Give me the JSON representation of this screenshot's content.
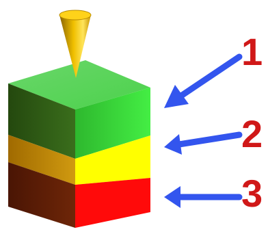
{
  "labels": [
    {
      "id": "1",
      "text": "1"
    },
    {
      "id": "2",
      "text": "2"
    },
    {
      "id": "3",
      "text": "3"
    }
  ],
  "colors": {
    "layer_top_front": "#33cc33",
    "layer_top_side": "#2a5a12",
    "layer_top_lid": "#66dd66",
    "layer_middle_front": "#ffff00",
    "layer_middle_side": "#b8860b",
    "layer_bottom_front": "#ff1010",
    "layer_bottom_side": "#5a1a05",
    "cone": "#e8b800",
    "arrow": "#3355ee",
    "label": "#d01818"
  },
  "icons": [
    "pin-cone-icon",
    "arrow-left-icon"
  ]
}
